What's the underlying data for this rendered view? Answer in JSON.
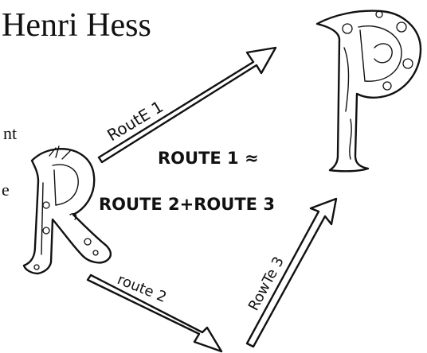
{
  "header": {
    "author": "Henri Hess",
    "cropped_line_1": "nt",
    "cropped_line_2": "e"
  },
  "nodes": {
    "start": {
      "letter": "R",
      "icon": "decorated-letter-r-icon"
    },
    "end": {
      "letter": "P",
      "icon": "decorated-letter-p-icon"
    }
  },
  "routes": [
    {
      "label": "RoutE 1"
    },
    {
      "label": "route 2"
    },
    {
      "label": "RowTe 3"
    }
  ],
  "equation": {
    "line1": "ROUTE 1 ≈",
    "line2": "ROUTE 2+ROUTE 3"
  },
  "colors": {
    "ink": "#111111",
    "background": "#ffffff"
  }
}
